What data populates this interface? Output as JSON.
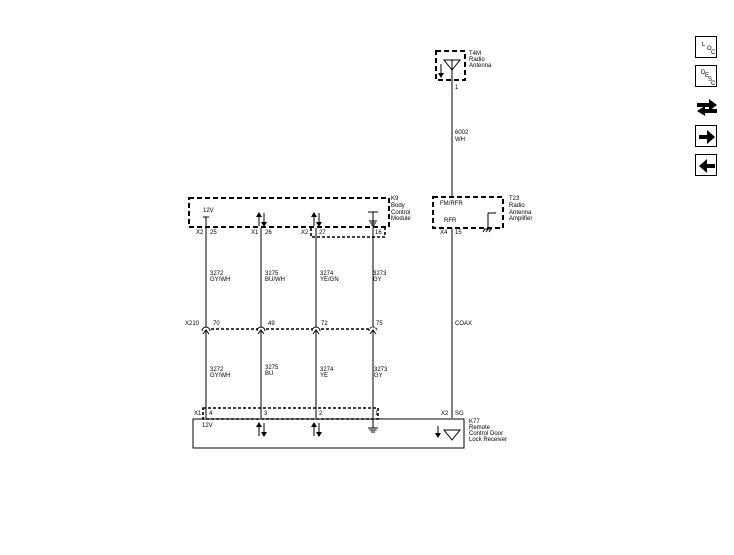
{
  "nav": {
    "loc": [
      "L",
      "O",
      "C"
    ],
    "desc": [
      "D",
      "E",
      "S",
      "C"
    ]
  },
  "components": {
    "t4m": {
      "ref": "T4M",
      "name1": "Radio",
      "name2": "Antenna",
      "pin": "1"
    },
    "k9": {
      "ref": "K9",
      "name1": "Body",
      "name2": "Control",
      "name3": "Module",
      "v12": "12V",
      "pins": [
        {
          "conn": "X2",
          "num": "25"
        },
        {
          "conn": "X1",
          "num": "26"
        },
        {
          "conn": "X2",
          "num": "27"
        },
        {
          "conn": "",
          "num": "16"
        }
      ]
    },
    "t23": {
      "ref": "T23",
      "name1": "Radio",
      "name2": "Antenna",
      "name3": "Amplifier",
      "fm": "FM/RFR",
      "rfr": "RFR",
      "conn": "X4",
      "pin": "15"
    },
    "k77": {
      "ref": "K77",
      "name1": "Remote",
      "name2": "Control Door",
      "name3": "Lock Receiver",
      "v12": "12V",
      "conn_x1": "X1",
      "conn_x2": "X2",
      "pin_sg": "SG",
      "pins": [
        "4",
        "3",
        "2",
        "1"
      ]
    },
    "x210": {
      "ref": "X210",
      "pins": [
        "70",
        "49",
        "72",
        "75"
      ]
    }
  },
  "wires": {
    "antenna": {
      "circuit": "6002",
      "color": "WH"
    },
    "coax": "COAX",
    "upper": [
      {
        "circuit": "3272",
        "color": "GY/WH"
      },
      {
        "circuit": "3275",
        "color": "BU/WH"
      },
      {
        "circuit": "3274",
        "color": "YE/GN"
      },
      {
        "circuit": "3273",
        "color": "GY"
      }
    ],
    "lower": [
      {
        "circuit": "3272",
        "color": "GY/WH"
      },
      {
        "circuit": "3275",
        "color": "BU"
      },
      {
        "circuit": "3274",
        "color": "YE"
      },
      {
        "circuit": "3273",
        "color": "GY"
      }
    ]
  }
}
